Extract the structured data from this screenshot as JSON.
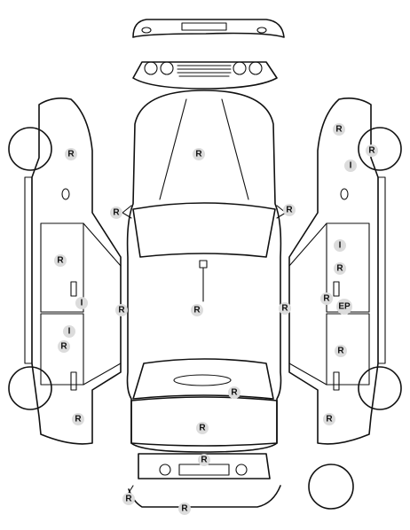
{
  "markers": [
    {
      "code": "R"
    },
    {
      "code": "R"
    },
    {
      "code": "R"
    },
    {
      "code": "R"
    },
    {
      "code": "R"
    },
    {
      "code": "I"
    },
    {
      "code": "R"
    },
    {
      "code": "I"
    },
    {
      "code": "R"
    },
    {
      "code": "R"
    },
    {
      "code": "R"
    },
    {
      "code": "R"
    },
    {
      "code": "R"
    },
    {
      "code": "R"
    },
    {
      "code": "R"
    },
    {
      "code": "R"
    },
    {
      "code": "I"
    },
    {
      "code": "R"
    },
    {
      "code": "R"
    },
    {
      "code": "EP"
    },
    {
      "code": "R"
    },
    {
      "code": "R"
    },
    {
      "code": "R"
    },
    {
      "code": "R"
    },
    {
      "code": "I"
    }
  ]
}
